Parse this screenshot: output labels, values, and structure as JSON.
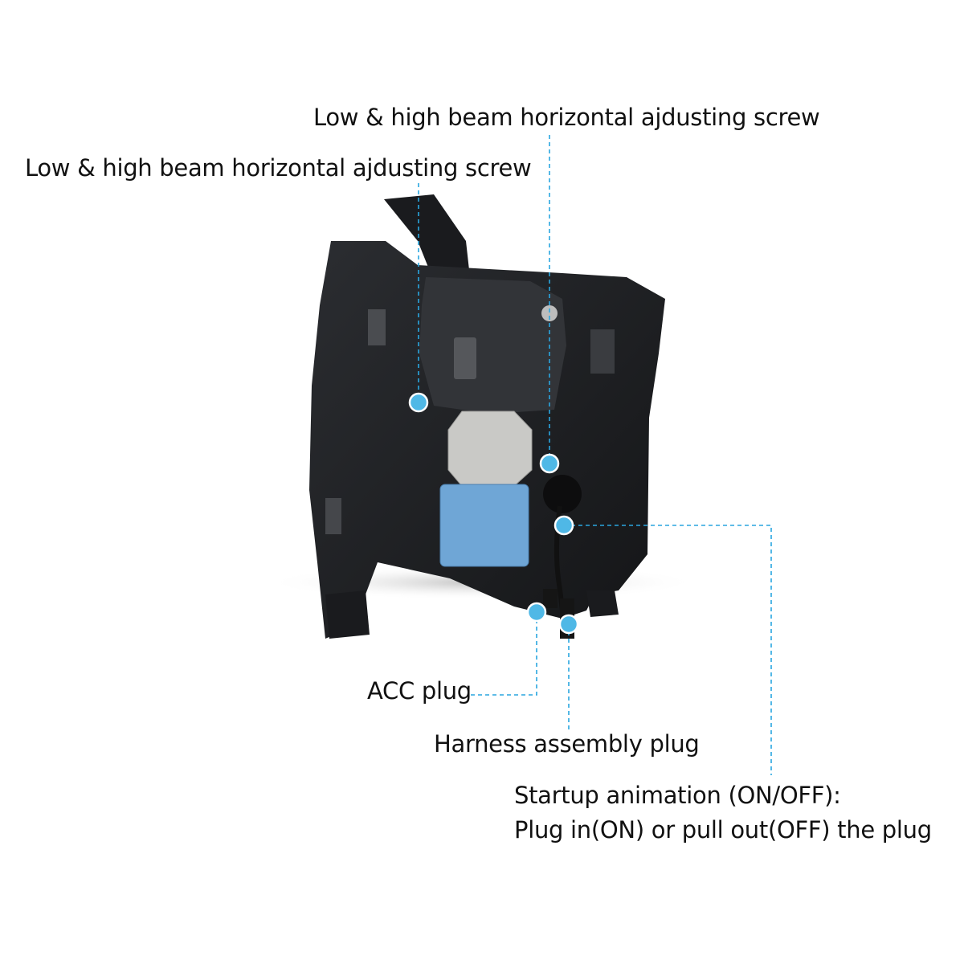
{
  "callouts": {
    "screw_right": "Low & high beam horizontal ajdusting screw",
    "screw_left": "Low & high beam horizontal ajdusting screw",
    "acc_plug": "ACC plug",
    "harness_plug": "Harness assembly  plug",
    "startup_line1": "Startup animation (ON/OFF):",
    "startup_line2": "Plug in(ON) or pull out(OFF) the plug"
  },
  "colors": {
    "leader_line": "#2aa6df",
    "marker_dot": "#4fb8e6",
    "housing": "#1c1d20",
    "ballast_module": "#6fa6d6",
    "driver_plate": "#c9c9c6"
  }
}
